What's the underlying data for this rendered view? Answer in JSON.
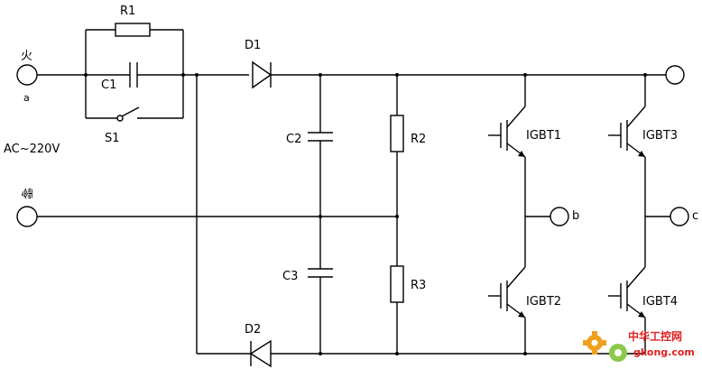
{
  "labels": {
    "r1": "R1",
    "c1": "C1",
    "s1": "S1",
    "d1": "D1",
    "d2": "D2",
    "c2": "C2",
    "c3": "C3",
    "r2": "R2",
    "r3": "R3",
    "igbt1": "IGBT1",
    "igbt2": "IGBT2",
    "igbt3": "IGBT3",
    "igbt4": "IGBT4",
    "fire": "火",
    "zero": "零",
    "a": "a",
    "b": "b",
    "c": "c",
    "ac": "AC~220V"
  },
  "watermark": {
    "title": "中华工控网",
    "url": "gkong.com"
  },
  "colors": {
    "line": "#000000",
    "watermark_red": "#e02020",
    "watermark_gear": "#f0a020"
  }
}
